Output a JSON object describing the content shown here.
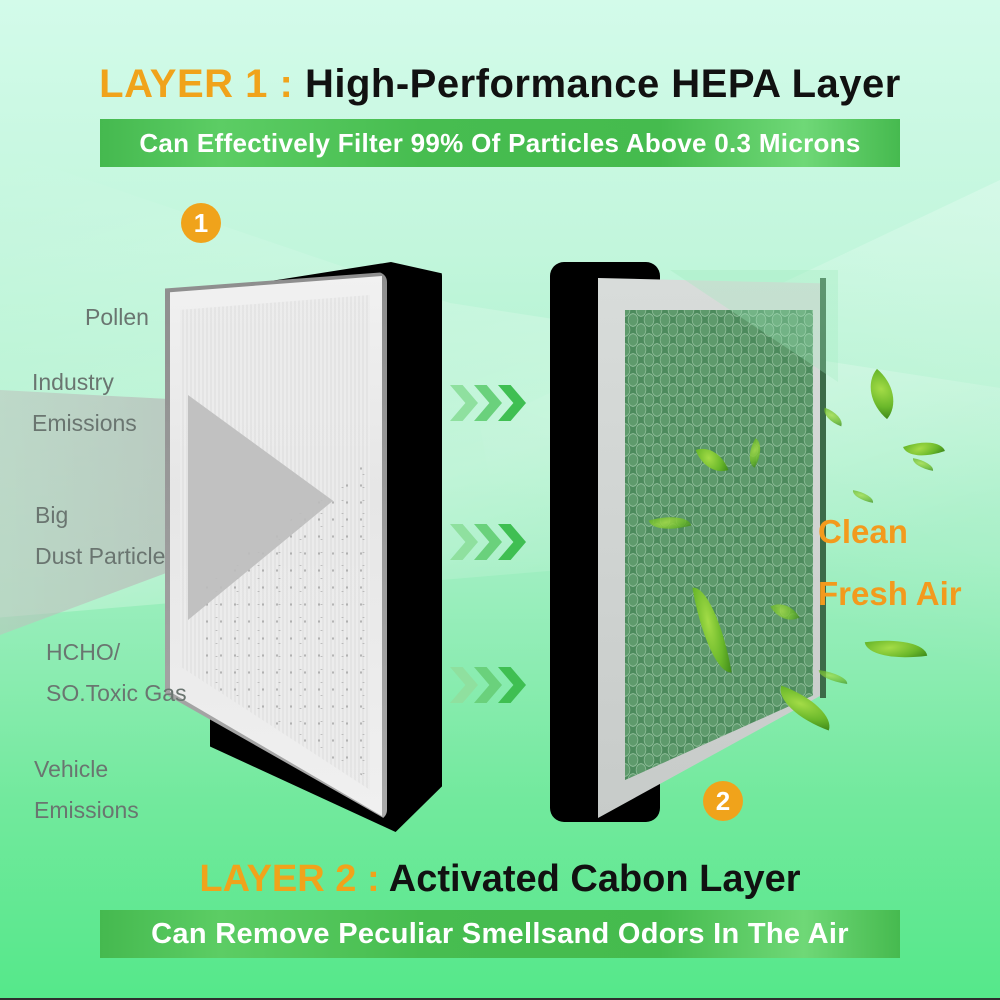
{
  "header": {
    "layer_label": "LAYER 1 :",
    "layer_title": "High-Performance HEPA Layer",
    "subtitle": "Can Effectively Filter 99% Of Particles Above 0.3 Microns"
  },
  "footer": {
    "layer_label": "LAYER 2 :",
    "layer_title": "Activated Cabon Layer",
    "subtitle": "Can Remove Peculiar Smellsand Odors In The Air"
  },
  "badges": {
    "first": "1",
    "second": "2"
  },
  "pollutants": [
    {
      "lines": [
        "Pollen"
      ]
    },
    {
      "lines": [
        "Industry",
        "Emissions"
      ]
    },
    {
      "lines": [
        "Big",
        "Dust Particle"
      ]
    },
    {
      "lines": [
        "HCHO/",
        "SO.Toxic Gas"
      ]
    },
    {
      "lines": [
        "Vehicle",
        "Emissions"
      ]
    }
  ],
  "result": {
    "line1": "Clean",
    "line2": "Fresh Air"
  },
  "icons": {
    "flow_arrows": "chevron-triple-right",
    "leaves": "leaf"
  },
  "colors": {
    "accent_orange": "#f0a31b",
    "banner_green": "#45bb4e",
    "title_black": "#111111",
    "pollutant_grey": "#6a7570",
    "bg_top": "#d3fbea",
    "bg_bottom": "#55e88a"
  }
}
